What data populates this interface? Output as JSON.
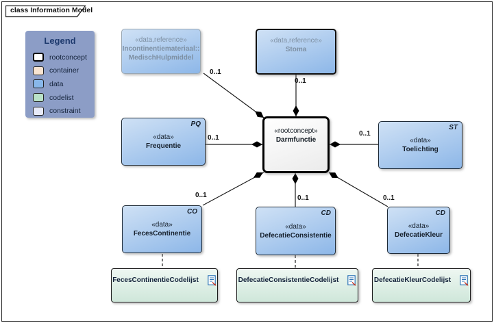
{
  "frame": {
    "title": "class Information Model"
  },
  "legend": {
    "title": "Legend",
    "items": [
      {
        "label": "rootconcept",
        "color": "#ffffff"
      },
      {
        "label": "container",
        "color": "#f9e4d1"
      },
      {
        "label": "data",
        "color": "#88b7ea"
      },
      {
        "label": "codelist",
        "color": "#b9e2c8"
      },
      {
        "label": "constraint",
        "color": "#e7eaf8"
      }
    ]
  },
  "nodes": {
    "incontinentiemateriaal": {
      "stereotype": "«data,reference»",
      "name_line1": "Incontinentiemateriaal::",
      "name_line2": "MedischHulpmiddel"
    },
    "stoma": {
      "stereotype": "«data,reference»",
      "name": "Stoma"
    },
    "darmfunctie": {
      "stereotype": "«rootconcept»",
      "name": "Darmfunctie"
    },
    "frequentie": {
      "stereotype": "«data»",
      "name": "Frequentie",
      "type_initial": "PQ"
    },
    "toelichting": {
      "stereotype": "«data»",
      "name": "Toelichting",
      "type_initial": "ST"
    },
    "fecescontinentie": {
      "stereotype": "«data»",
      "name": "FecesContinentie",
      "type_initial": "CO"
    },
    "defecatieconsistentie": {
      "stereotype": "«data»",
      "name": "DefecatieConsistentie",
      "type_initial": "CD"
    },
    "defecatiekleur": {
      "stereotype": "«data»",
      "name": "DefecatieKleur",
      "type_initial": "CD"
    }
  },
  "connections": {
    "incontinentiemateriaal": {
      "multiplicity": "0..1"
    },
    "stoma": {
      "multiplicity": "0..1"
    },
    "frequentie": {
      "multiplicity": "0..1"
    },
    "toelichting": {
      "multiplicity": "0..1"
    },
    "fecescontinentie": {
      "multiplicity": "0..1"
    },
    "defecatieconsistentie": {
      "multiplicity": "0..1"
    },
    "defecatiekleur": {
      "multiplicity": "0..1"
    }
  },
  "codelists": [
    {
      "name": "FecesContinentieCodelijst"
    },
    {
      "name": "DefecatieConsistentieCodelijst"
    },
    {
      "name": "DefecatieKleurCodelijst"
    }
  ]
}
